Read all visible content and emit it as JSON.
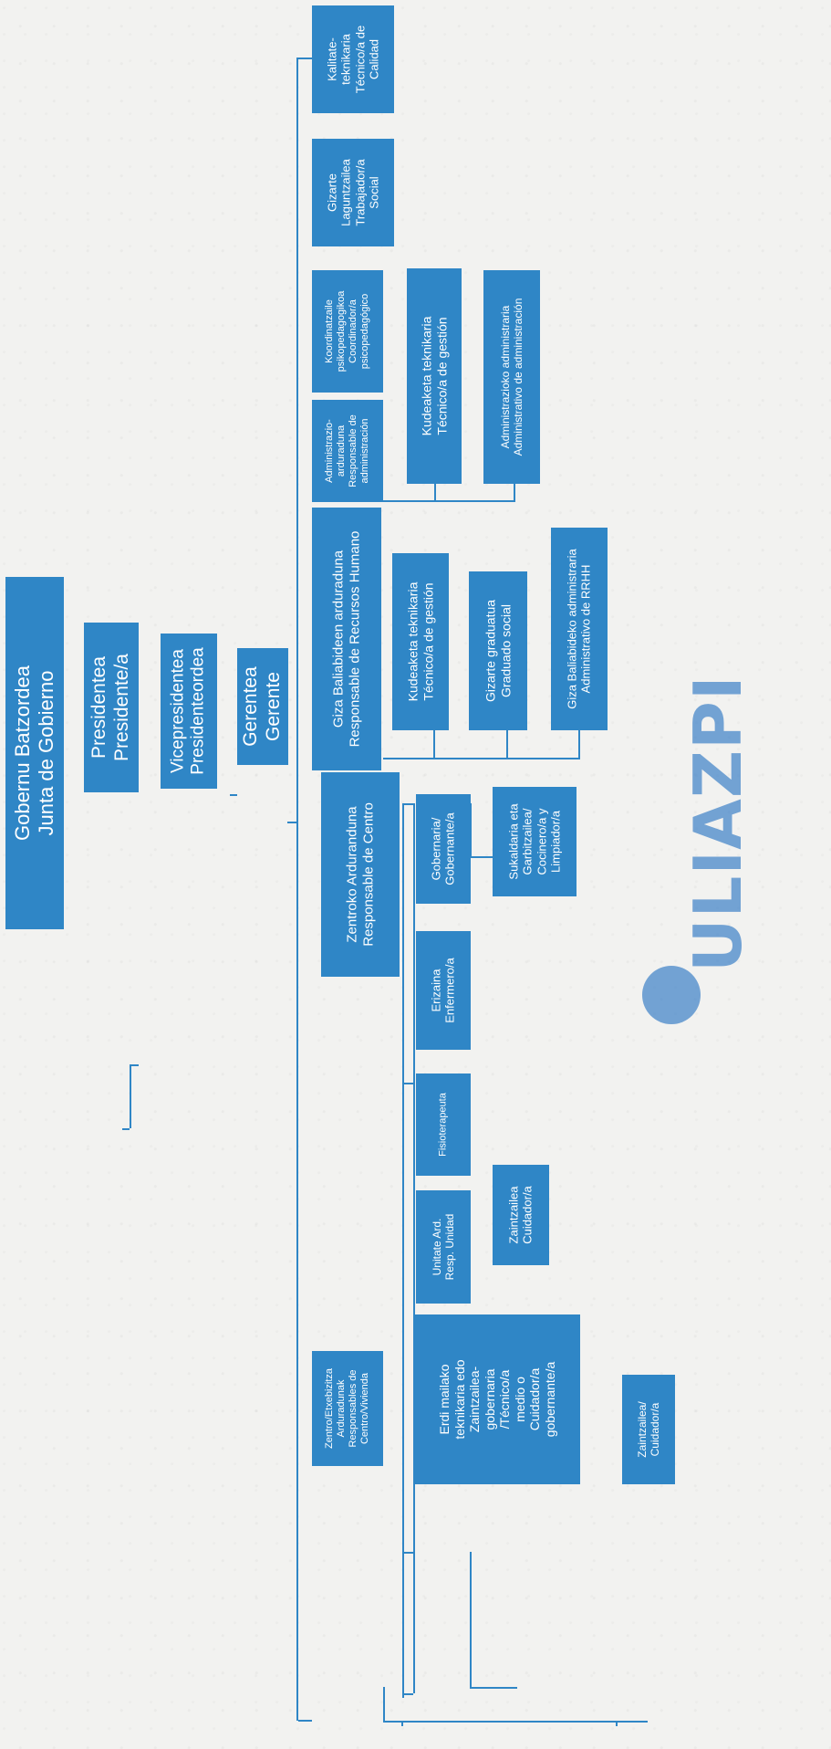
{
  "board": {
    "line1": "Gobernu Batzordea",
    "line2": "Junta de Gobierno"
  },
  "president": {
    "line1": "Presidentea",
    "line2": "Presidente/a"
  },
  "vicepresident": {
    "line1": "Vicepresidentea",
    "line2": "Presidenteordea"
  },
  "manager": {
    "line1": "Gerentea",
    "line2": "Gerente"
  },
  "quality": {
    "line1": "Kalitate-",
    "line2": "teknikaria",
    "line3": "Técnico/a de",
    "line4": "Calidad"
  },
  "social_worker": {
    "line1": "Gizarte",
    "line2": "Laguntzailea",
    "line3": "Trabajador/a",
    "line4": "Social"
  },
  "psycho": {
    "line1": "Koordinatzaile",
    "line2": "psikopedagogikoa",
    "line3": "Coordinador/a",
    "line4": "psicopedagógico"
  },
  "admin_head": {
    "line1": "Administrazio-",
    "line2": "arduraduna",
    "line3": "Responsable de",
    "line4": "administración"
  },
  "admin_tech": {
    "line1": "Kudeaketa teknikaria",
    "line2": "Técnico/a de  gestión"
  },
  "admin_clerk": {
    "line1": "Administrazioko administraria",
    "line2": "Administrativo de administración"
  },
  "hr_head": {
    "line1": "Giza Baliabideen arduraduna",
    "line2": "Responsable de Recursos Humano"
  },
  "hr_tech": {
    "line1": "Kudeaketa teknikaria",
    "line2": "Técnico/a de  gestión"
  },
  "hr_graduate": {
    "line1": "Gizarte graduatua",
    "line2": "Graduado social"
  },
  "hr_clerk": {
    "line1": "Giza Baliabideko administraria",
    "line2": "Administrativo de RRHH"
  },
  "center_head": {
    "line1": "Zentroko Arduranduna",
    "line2": "Responsable de Centro"
  },
  "housekeeper": {
    "line1": "Gobernaria/",
    "line2": "Gobernante/a"
  },
  "cook": {
    "line1": "Sukaldaria eta",
    "line2": "Garbitzailea/",
    "line3": "Cocinero/a y",
    "line4": "Limpiador/a"
  },
  "nurse": {
    "line1": "Erizaina",
    "line2": "Enfermero/a"
  },
  "physio": {
    "line1": "Fisioterapeuta"
  },
  "unit_head": {
    "line1": "Unitate Ard.",
    "line2": "Resp. Unidad"
  },
  "carer": {
    "line1": "Zaintzailea",
    "line2": "Cuidador/a"
  },
  "housing_head": {
    "line1": "Zentro/Etxebizitza",
    "line2": "Arduradunak",
    "line3": "Responsables de",
    "line4": "Centro/Vivienda"
  },
  "mid_tech": {
    "line1": "Erdi mailako",
    "line2": "teknikaria edo",
    "line3": "Zaintzailea-",
    "line4": "gobernaria",
    "line5": "/Técnico/a",
    "line6": "medio o",
    "line7": "Cuidador/a",
    "line8": "gobernante/a"
  },
  "carer2": {
    "line1": "Zaintzailea/",
    "line2": "Cuidador/a"
  },
  "stamp": {
    "text": "ULIAZPI"
  },
  "colors": {
    "box": "#2f86c6",
    "line": "#2f86c6",
    "stamp": "#4082c8",
    "paper": "#f2f2f0"
  }
}
